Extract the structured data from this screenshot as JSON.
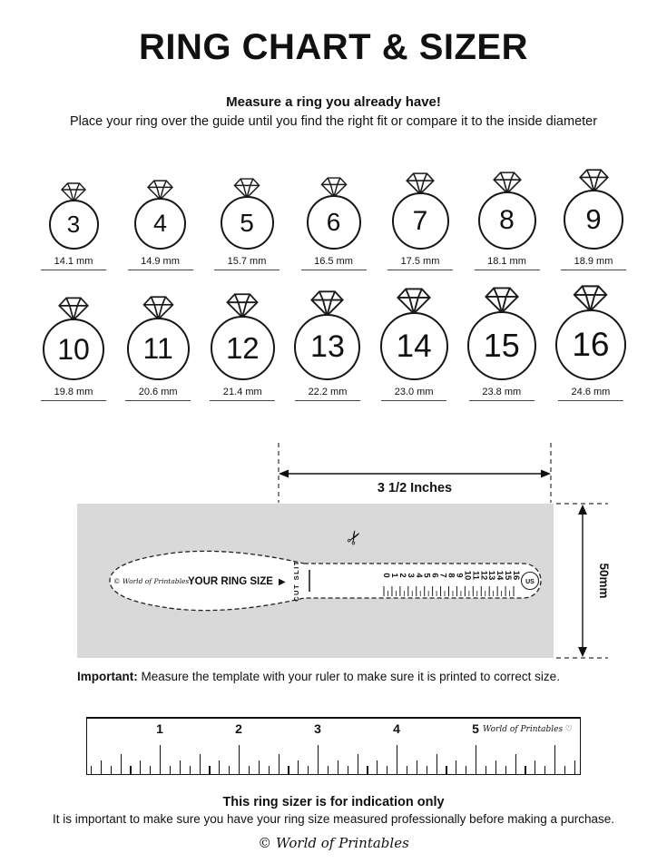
{
  "title": "RING CHART & SIZER",
  "intro": {
    "headline": "Measure a ring you already have!",
    "subline": "Place your ring over the guide until you find the right fit or compare it to the inside diameter"
  },
  "ring_chart": {
    "rows": [
      [
        {
          "size": "3",
          "diameter": "14.1 mm"
        },
        {
          "size": "4",
          "diameter": "14.9 mm"
        },
        {
          "size": "5",
          "diameter": "15.7 mm"
        },
        {
          "size": "6",
          "diameter": "16.5 mm"
        },
        {
          "size": "7",
          "diameter": "17.5 mm"
        },
        {
          "size": "8",
          "diameter": "18.1 mm"
        },
        {
          "size": "9",
          "diameter": "18.9 mm"
        }
      ],
      [
        {
          "size": "10",
          "diameter": "19.8 mm"
        },
        {
          "size": "11",
          "diameter": "20.6 mm"
        },
        {
          "size": "12",
          "diameter": "21.4 mm"
        },
        {
          "size": "13",
          "diameter": "22.2 mm"
        },
        {
          "size": "14",
          "diameter": "23.0 mm"
        },
        {
          "size": "15",
          "diameter": "23.8 mm"
        },
        {
          "size": "16",
          "diameter": "24.6 mm"
        }
      ]
    ]
  },
  "sizer": {
    "width_label": "3 1/2 Inches",
    "height_label": "50mm",
    "brand": "© World of Printables ♡",
    "ring_size_label": "YOUR RING SIZE",
    "arrow": "▶",
    "cut_slit_label": "CUT SLIT",
    "scissors_icon": "✂",
    "scale_numbers": [
      "0",
      "1",
      "2",
      "3",
      "4",
      "5",
      "6",
      "7",
      "8",
      "9",
      "10",
      "11",
      "12",
      "13",
      "14",
      "15",
      "16"
    ],
    "unit_label": "US"
  },
  "important": {
    "label": "Important:",
    "text": " Measure the template with your ruler to make sure it is printed to correct size."
  },
  "ruler": {
    "numbers": [
      "1",
      "2",
      "3",
      "4",
      "5"
    ],
    "brand": "World of Printables ♡"
  },
  "footer": {
    "headline": "This ring sizer is for indication only",
    "text": "It is important to make sure you have your ring size measured professionally before making a purchase.",
    "copyright": "© World of Printables"
  },
  "colors": {
    "page_bg": "#ffffff",
    "gray_panel": "#d9d9d9",
    "ink": "#111111"
  }
}
